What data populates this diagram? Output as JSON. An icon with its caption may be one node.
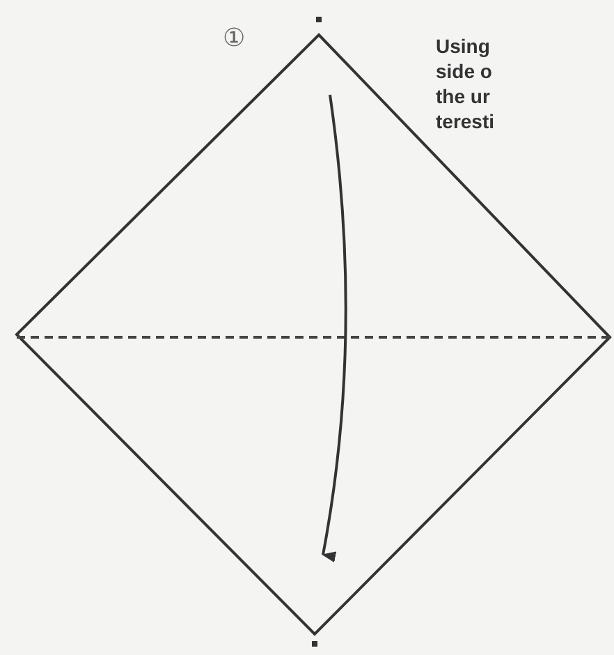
{
  "diagram": {
    "labels": [
      "①",
      "Using",
      "side o",
      "the ur",
      "teresti"
    ]
  }
}
